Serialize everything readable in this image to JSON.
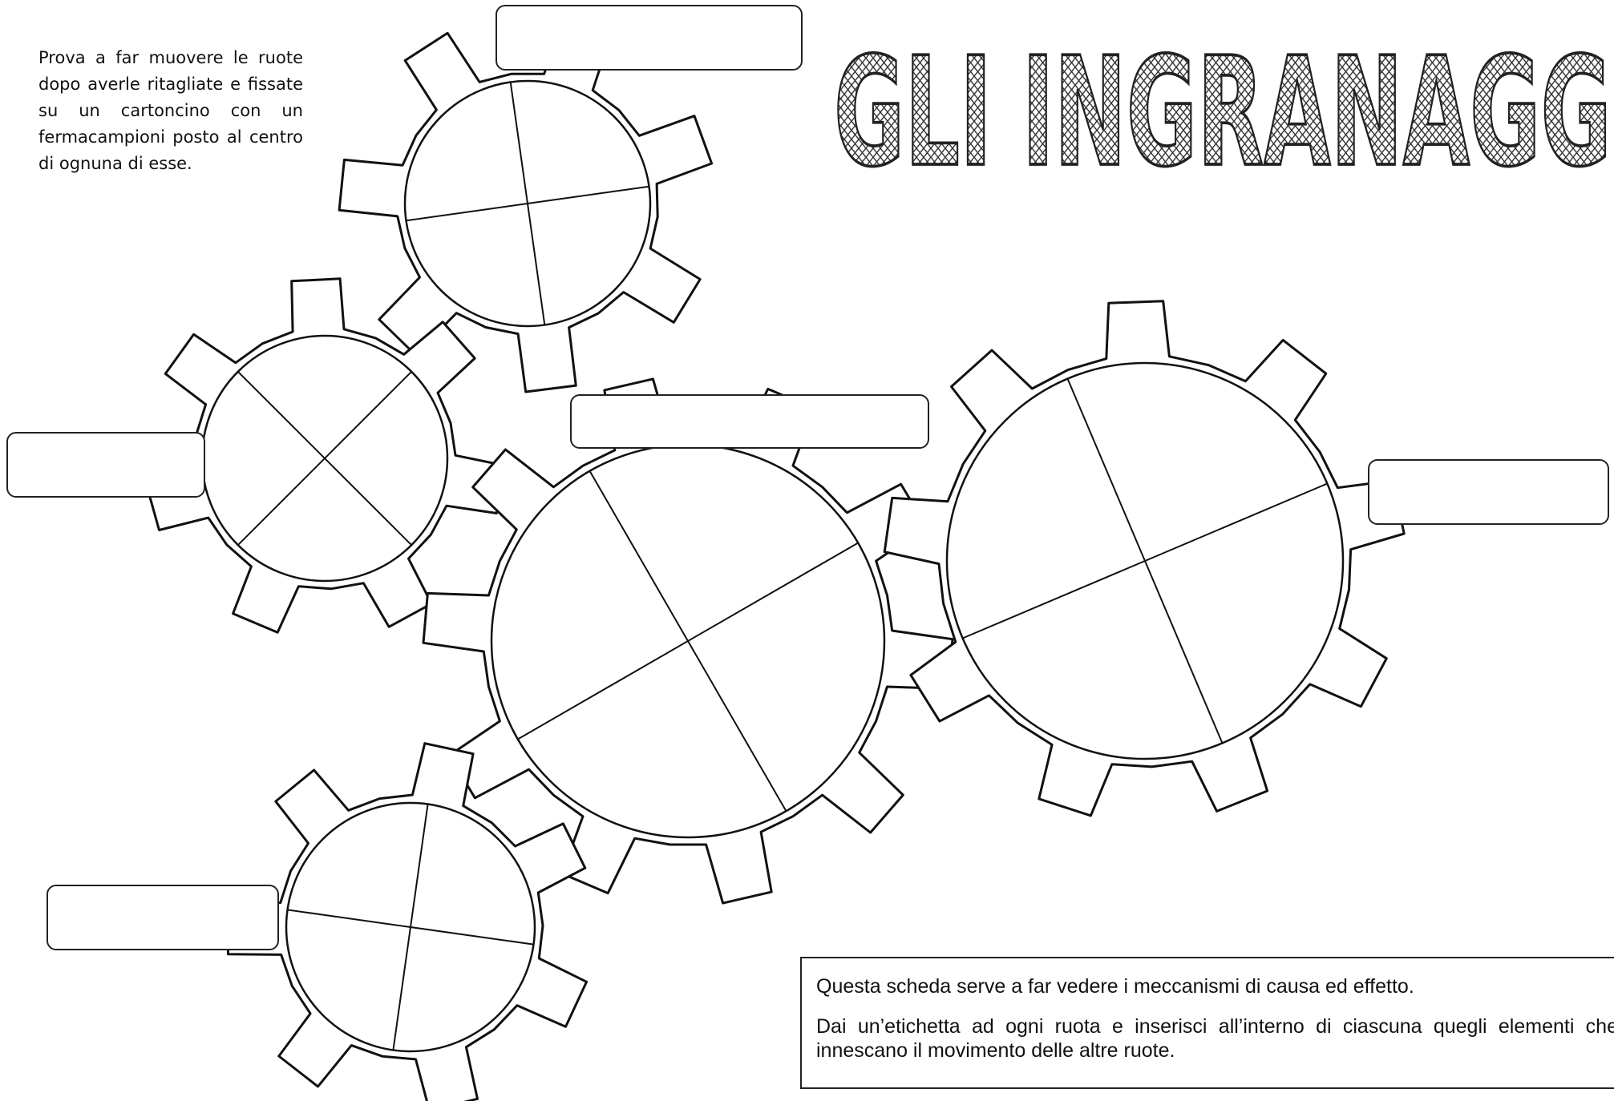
{
  "page": {
    "title": "GLI INGRANAGGI",
    "instructions": "Prova a far muovere le ruote dopo averle ritagliate e fissate su un cartoncino con un fermacampioni posto al centro di ognuna di esse.",
    "info_line1": "Questa scheda serve a far vedere i meccanismi di causa ed effetto.",
    "info_line2": "Dai un’etichetta ad ogni ruota e inserisci all’interno di ciascuna quegli elementi che innescano il movimento delle altre ruote."
  },
  "gears": [
    {
      "name": "gear-top",
      "teeth": 7,
      "divisions": 4
    },
    {
      "name": "gear-left",
      "teeth": 7,
      "divisions": 4
    },
    {
      "name": "gear-center",
      "teeth": 10,
      "divisions": 4
    },
    {
      "name": "gear-right",
      "teeth": 9,
      "divisions": 4
    },
    {
      "name": "gear-bottom",
      "teeth": 7,
      "divisions": 4
    }
  ],
  "label_boxes": [
    {
      "name": "label-box-top"
    },
    {
      "name": "label-box-left"
    },
    {
      "name": "label-box-center"
    },
    {
      "name": "label-box-right"
    },
    {
      "name": "label-box-bottom"
    }
  ],
  "colors": {
    "stroke": "#111111",
    "background": "#ffffff"
  }
}
